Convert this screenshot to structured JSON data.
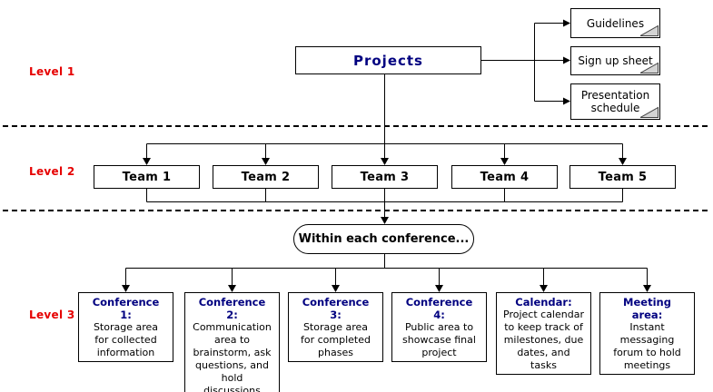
{
  "levels": [
    {
      "label": "Level 1"
    },
    {
      "label": "Level 2"
    },
    {
      "label": "Level 3"
    }
  ],
  "projects": {
    "label": "Projects"
  },
  "documents": [
    {
      "label": "Guidelines"
    },
    {
      "label": "Sign up sheet"
    },
    {
      "label": "Presentation schedule"
    }
  ],
  "teams": [
    {
      "label": "Team 1"
    },
    {
      "label": "Team 2"
    },
    {
      "label": "Team 3"
    },
    {
      "label": "Team 4"
    },
    {
      "label": "Team 5"
    }
  ],
  "conference_note": {
    "label": "Within each conference..."
  },
  "areas": [
    {
      "title": "Conference 1:",
      "description": "Storage area for collected information"
    },
    {
      "title": "Conference 2:",
      "description": "Communication area to brainstorm, ask questions, and hold discussions"
    },
    {
      "title": "Conference 3:",
      "description": "Storage area for completed phases"
    },
    {
      "title": "Conference 4:",
      "description": "Public area to showcase final project"
    },
    {
      "title": "Calendar:",
      "description": "Project calendar to keep track of milestones, due dates, and tasks"
    },
    {
      "title": "Meeting area:",
      "description": "Instant messaging forum to hold meetings"
    }
  ],
  "colors": {
    "level_label": "#e60000",
    "node_heading": "#000080",
    "body_text": "#000000",
    "line": "#000000",
    "page_fold": "#d4d4d4",
    "background": "#ffffff"
  }
}
